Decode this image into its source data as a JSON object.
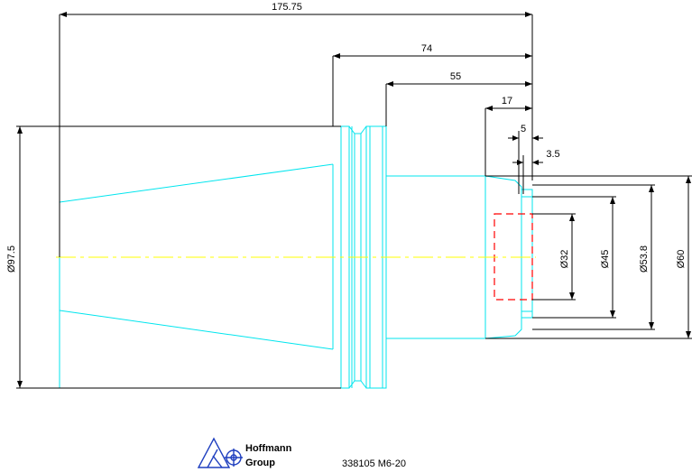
{
  "dimensions": {
    "overall_length": "175.75",
    "length_74": "74",
    "length_55": "55",
    "length_17": "17",
    "length_5": "5",
    "length_3_5": "3.5",
    "dia_97_5": "Ø97.5",
    "dia_32": "Ø32",
    "dia_45": "Ø45",
    "dia_53_8": "Ø53.8",
    "dia_60": "Ø60"
  },
  "logo": {
    "line1": "Hoffmann",
    "line2": "Group"
  },
  "part_number": "338105 M6-20",
  "colors": {
    "outline": "#00e5ee",
    "centerline": "#ffff00",
    "hidden": "#ff0000",
    "dimension": "#000000",
    "brand": "#1f3fbf"
  }
}
